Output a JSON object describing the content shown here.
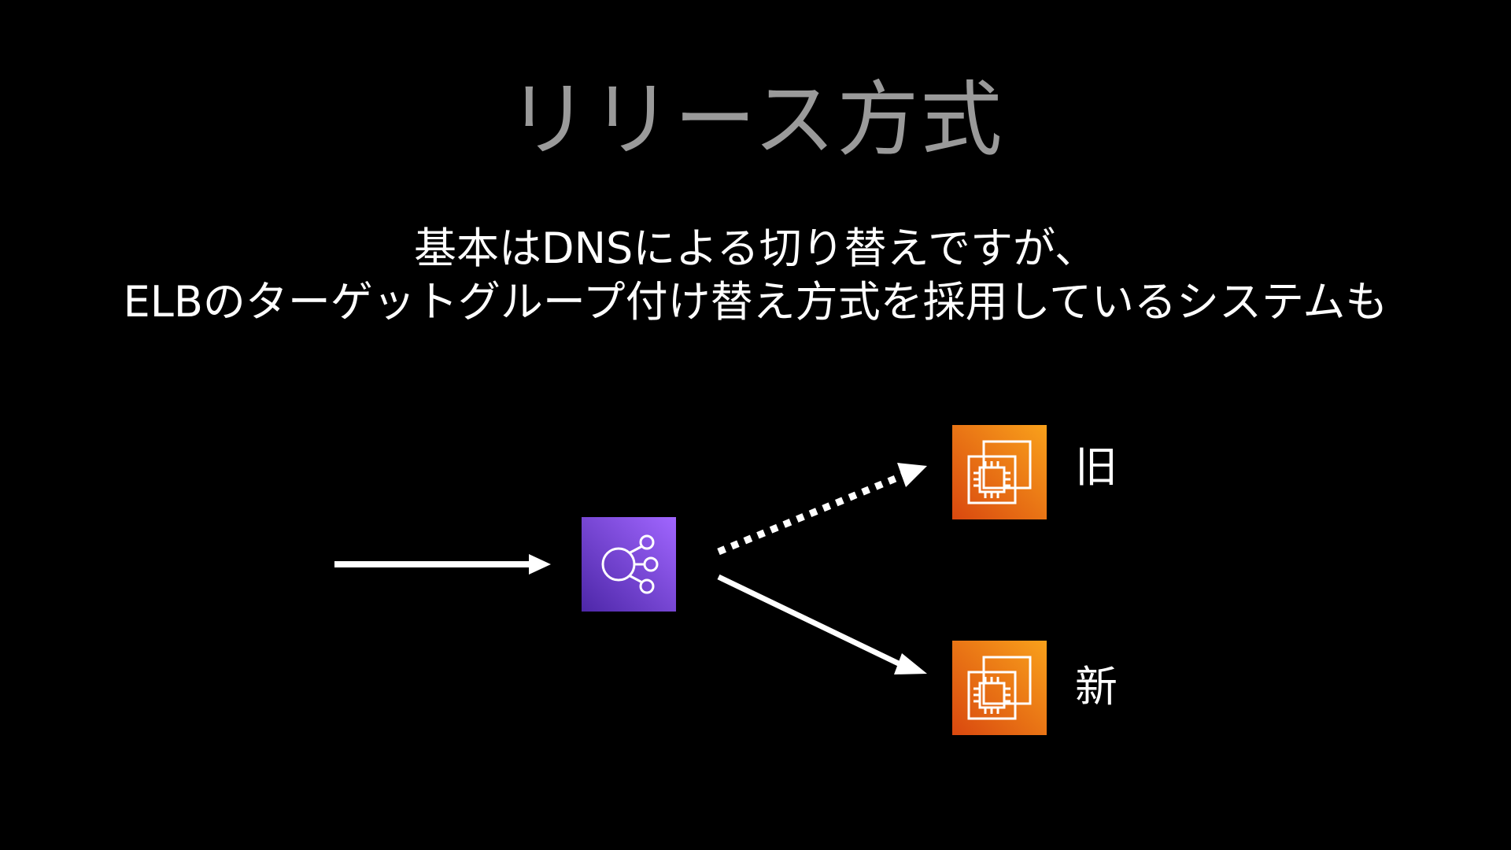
{
  "title": "リリース方式",
  "subtitle": {
    "line1": "基本はDNSによる切り替えですが、",
    "line2": "ELBのターゲットグループ付け替え方式を採用しているシステムも"
  },
  "diagram": {
    "load_balancer": {
      "icon": "elastic-load-balancing-icon",
      "color": "#8C4FFF"
    },
    "targets": [
      {
        "label": "旧",
        "icon": "ec2-instances-icon",
        "connection": "dotted"
      },
      {
        "label": "新",
        "icon": "ec2-instances-icon",
        "connection": "solid"
      }
    ],
    "colors": {
      "ec2_gradient_start": "#F9A11B",
      "ec2_gradient_end": "#D9480F",
      "elb_gradient_start": "#A166FF",
      "elb_gradient_end": "#4D27A8"
    }
  }
}
